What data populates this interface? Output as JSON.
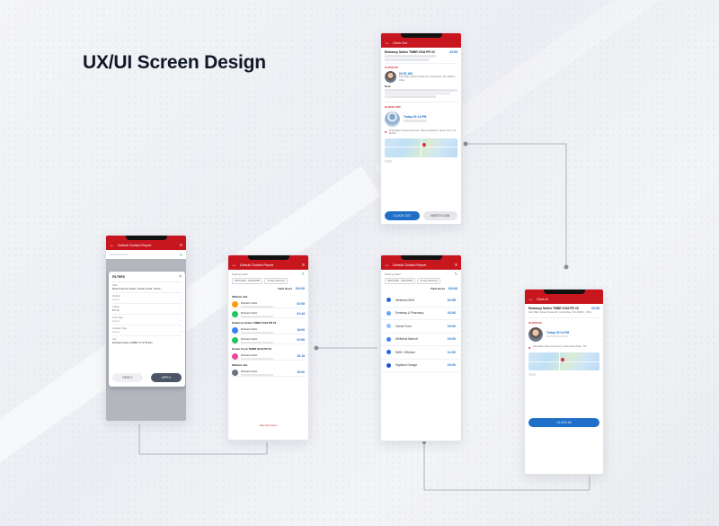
{
  "page": {
    "title": "UX/UI Screen Design"
  },
  "colors": {
    "brand_red": "#c8161f",
    "primary_blue": "#1f6fc8",
    "dark_slate": "#4b5566"
  },
  "screen_clock": {
    "header": "Clock Out",
    "project": "Embassy Suites TMBR 2018 PR #3",
    "total": "02:55",
    "clockin_label": "CLOCK IN",
    "clockin_time": "02:51 AM",
    "address": "111 Main Street Suite #2, Columbia, SC 29201, USA",
    "note_label": "Note",
    "clockout_label": "CLOCK OUT",
    "clockout_time": "Today 03:14 PM",
    "address2": "1234 Main Street Avenue, Street Address, New York, NY 11222",
    "clockout_button": "CLOCK OUT",
    "switch_button": "SWITCH JOB"
  },
  "screen_filters": {
    "header": "Default Clocked Report",
    "modal_title": "FILTERS",
    "fields": [
      {
        "label": "Jobs",
        "value": "Beach Dunes Hotel, Ocean Hotel, Ferris..."
      },
      {
        "label": "Division",
        "value": "Select"
      },
      {
        "label": "Labour",
        "value": "NT TL"
      },
      {
        "label": "Time Type",
        "value": "Select"
      },
      {
        "label": "Location Type",
        "value": "Select"
      },
      {
        "label": "Job",
        "value": "Richard Clark (TMBR 17 67R E1)"
      }
    ],
    "reset_label": "RESET",
    "apply_label": "APPLY"
  },
  "screen_report": {
    "header": "Default Clocked Report",
    "filter_label": "Sorting Label",
    "chips": [
      "09/17/2020 - 09/23/2021",
      "Crosby Attorneys"
    ],
    "total_label": "Total Hours",
    "total_value": "124:06",
    "groups": [
      {
        "title": "Without Job",
        "entries": [
          {
            "name": "Richard Clark",
            "value": "02:55",
            "color": "#f59e0b"
          },
          {
            "name": "Richard Clark",
            "value": "01:43",
            "color": "#22c55e"
          }
        ]
      },
      {
        "title": "Embassy Suites TMBR 2018 PR #3",
        "entries": [
          {
            "name": "Richard Clark",
            "value": "19:00",
            "color": "#3b82f6"
          },
          {
            "name": "Richard Clark",
            "value": "02:06",
            "color": "#22c55e"
          }
        ]
      },
      {
        "title": "Ocean Front TMBR 2019 PR #3",
        "entries": [
          {
            "name": "Richard Clark",
            "value": "16:15",
            "color": "#ec4899"
          }
        ]
      },
      {
        "title": "Without Job",
        "entries": [
          {
            "name": "Richard Clark",
            "value": "19:00",
            "color": "#6b7280"
          }
        ]
      }
    ],
    "footer_link": "See the hours"
  },
  "screen_summary": {
    "header": "Default Clocked Report",
    "filter_label": "Sorting Label",
    "chips": [
      "09/17/2020 - 09/23/2021",
      "Crosby Attorneys"
    ],
    "total_label": "Total Hours",
    "total_value": "124:06",
    "items": [
      {
        "name": "Weekend Shift",
        "value": "02:55",
        "color": "#1f6fc8"
      },
      {
        "name": "Embassy & Pharmacy",
        "value": "03:06",
        "color": "#60a5fa"
      },
      {
        "name": "Ocean Front",
        "value": "19:00",
        "color": "#93c5fd"
      },
      {
        "name": "Whitehall Marriott",
        "value": "19:00",
        "color": "#3b82f6"
      },
      {
        "name": "HMH / Offshore",
        "value": "12:06",
        "color": "#2563eb"
      },
      {
        "name": "Highland Grange",
        "value": "19:00",
        "color": "#1d4ed8"
      }
    ]
  },
  "screen_clockin": {
    "header": "Clock In",
    "project": "Embassy Suites TMBR 2018 PR #3",
    "total": "02:55",
    "address": "111 Main Street Suite #2, Columbia, SC 29201, USA",
    "clockin_label": "CLOCK IN",
    "clockin_time": "Today 03:14 PM",
    "address2": "123 Main Street Avenue, Columbia Place, NY",
    "clockin_button": "CLOCK IN"
  }
}
